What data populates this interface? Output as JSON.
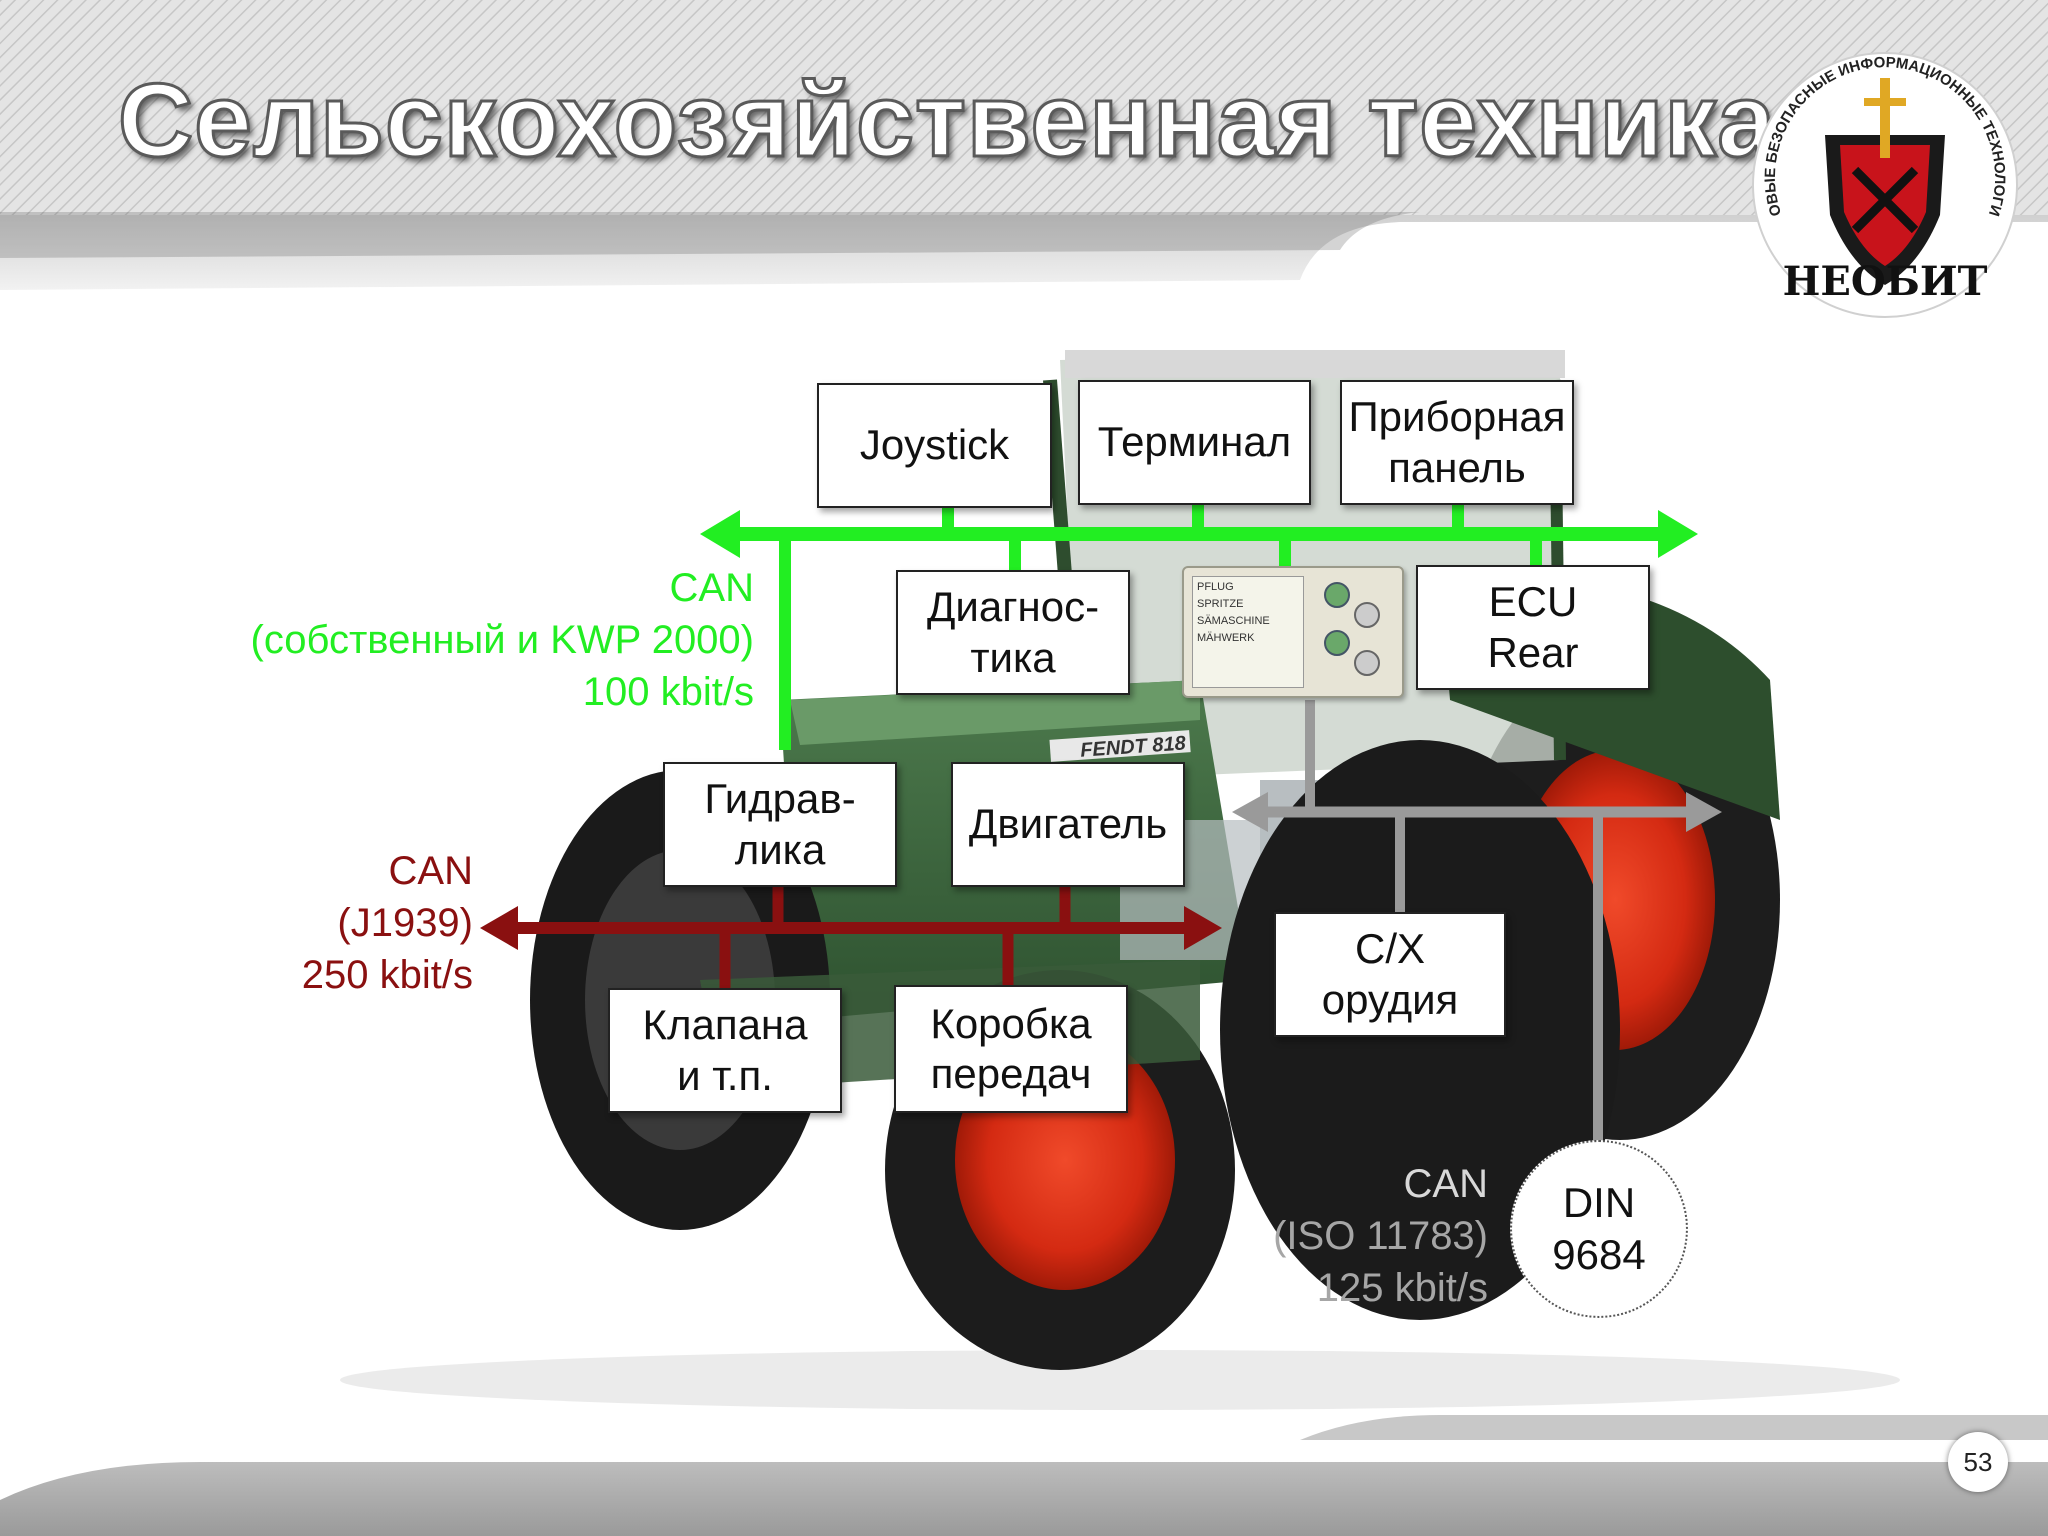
{
  "title": "Сельскохозяйственная техника",
  "logo": {
    "arc_text": "НОВЫЕ БЕЗОПАСНЫЕ ИНФОРМАЦИОННЫЕ ТЕХНОЛОГИИ",
    "name": "НЕОБИТ"
  },
  "tractor": {
    "brand_plate": "FENDT 818"
  },
  "terminal_screen": [
    "PFLUG",
    "SPRITZE",
    "SÄMASCHINE",
    "MÄHWERK"
  ],
  "ecus": {
    "joystick": "Joystick",
    "terminal": "Терминал",
    "dashboard": "Приборная\nпанель",
    "diagnostics": "Диагнос-\nтика",
    "ecu_rear": "ECU\nRear",
    "hydraulics": "Гидрав-\nлика",
    "engine": "Двигатель",
    "implements": "С/Х\nорудия",
    "valves": "Клапана\nи т.п.",
    "gearbox": "Коробка\nпередач",
    "din": "DIN\n9684"
  },
  "buses": {
    "green": {
      "line1": "CAN",
      "line2": "(собственный и KWP 2000)",
      "line3": "100 kbit/s",
      "color": "#22ee22"
    },
    "red": {
      "line1": "CAN",
      "line2": "(J1939)",
      "line3": "250 kbit/s",
      "color": "#8a1010"
    },
    "gray": {
      "line1": "CAN",
      "line2": "(ISO 11783)",
      "line3": "125 kbit/s",
      "color": "#9a9a9a"
    }
  },
  "page_number": "53"
}
